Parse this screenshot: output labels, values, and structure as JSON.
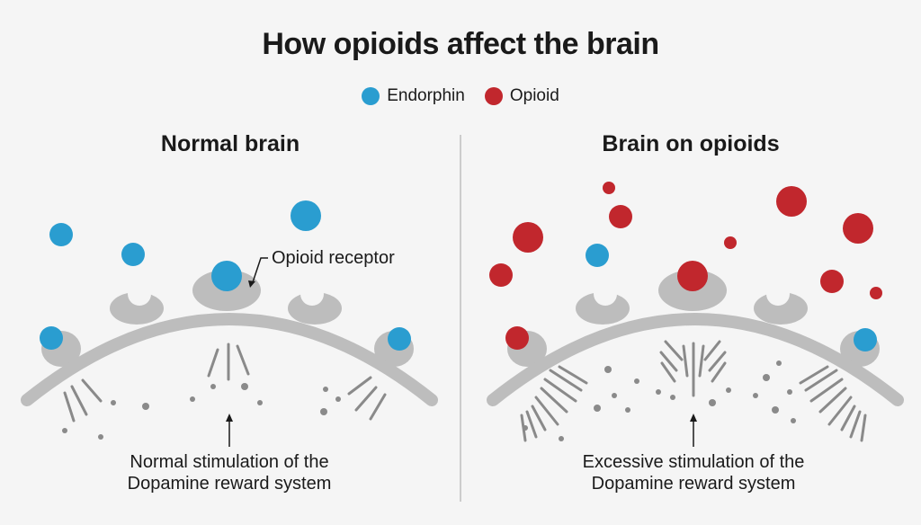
{
  "title": "How opioids affect the brain",
  "legend": [
    {
      "label": "Endorphin",
      "color": "#2a9dd0"
    },
    {
      "label": "Opioid",
      "color": "#c1272d"
    }
  ],
  "colors": {
    "endorphin": "#2a9dd0",
    "opioid": "#c1272d",
    "membrane": "#bdbdbd",
    "receptor": "#bdbdbd",
    "signal_lines": "#8a8a8a",
    "divider": "#cccccc",
    "background": "#f5f5f5"
  },
  "panels": [
    {
      "id": "normal",
      "title": "Normal brain",
      "receptor_label": "Opioid receptor",
      "caption_line1": "Normal stimulation of the",
      "caption_line2": "Dopamine reward system"
    },
    {
      "id": "opioids",
      "title": "Brain on opioids",
      "caption_line1": "Excessive stimulation of the",
      "caption_line2": "Dopamine reward system"
    }
  ]
}
